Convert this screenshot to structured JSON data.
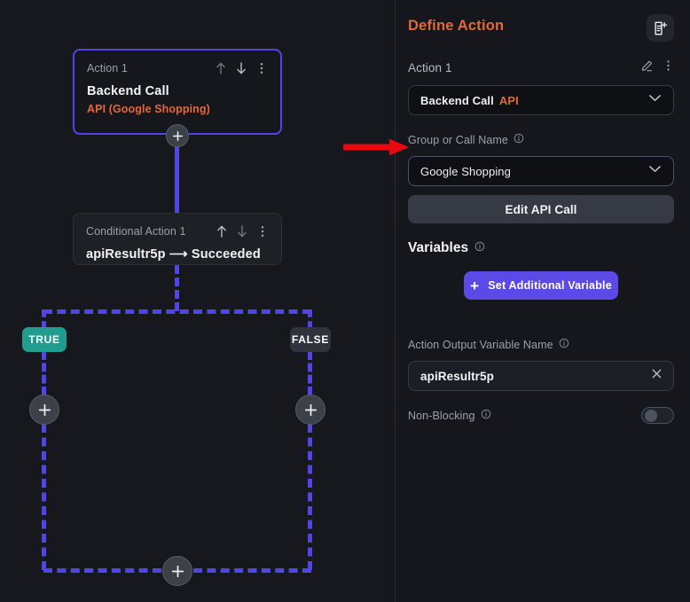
{
  "canvas": {
    "nodes": [
      {
        "id": "action-1",
        "title": "Action 1",
        "main": "Backend Call",
        "sub": "API (Google Shopping)",
        "selected": true
      },
      {
        "id": "conditional-action-1",
        "title": "Conditional Action 1",
        "main": "apiResultr5p ⟶ Succeeded",
        "selected": false
      }
    ],
    "branches": {
      "true_label": "TRUE",
      "false_label": "FALSE",
      "true_color": "#1f9e8f",
      "false_color": "#2f343c"
    },
    "edge_color": "#4f46e5",
    "add_button_label": "+",
    "annotation": {
      "type": "arrow",
      "color": "#e8080f",
      "points_to": "Group or Call Name dropdown"
    }
  },
  "panel": {
    "title": "Define Action",
    "title_color": "#e2683c",
    "add_note_icon": "document-plus-icon",
    "action": {
      "label": "Action 1",
      "edit_icon": "pencil-icon",
      "menu_icon": "kebab-menu-icon",
      "type_prefix": "Backend Call",
      "type_accent": "API"
    },
    "group": {
      "label": "Group or Call Name",
      "value": "Google Shopping",
      "edit_api_label": "Edit API Call"
    },
    "variables": {
      "heading": "Variables",
      "set_additional_label": "Set Additional Variable",
      "set_additional_plus": "+",
      "accent": "#5b4ae8",
      "output_label": "Action Output Variable Name",
      "output_value": "apiResultr5p",
      "clear_icon": "close-icon"
    },
    "non_blocking": {
      "label": "Non-Blocking",
      "enabled": false
    }
  }
}
